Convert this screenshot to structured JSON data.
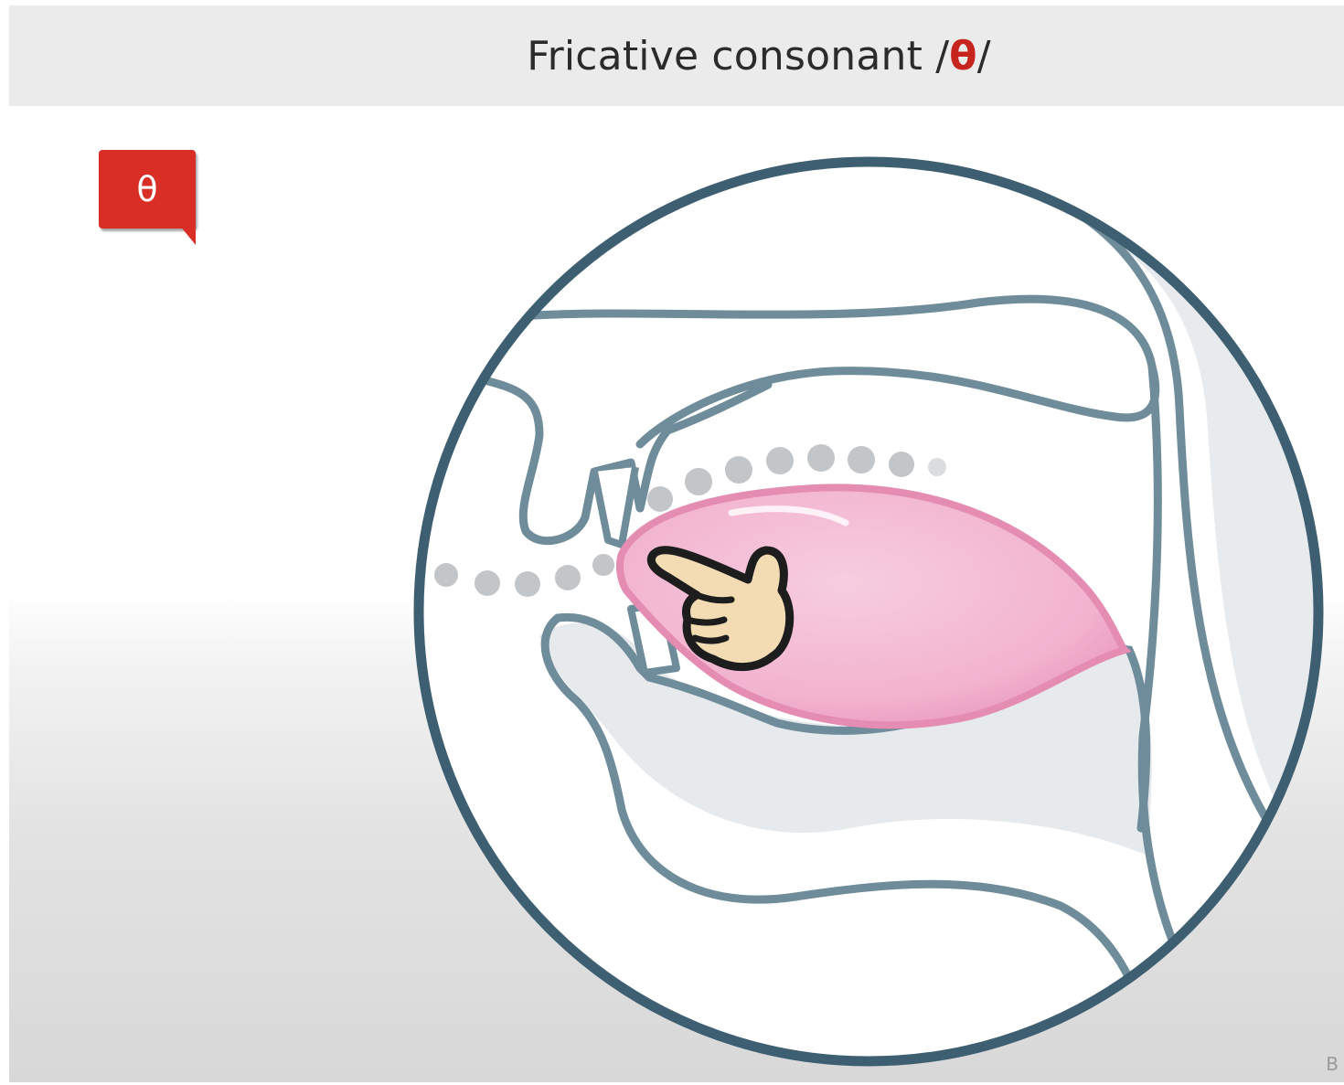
{
  "header": {
    "title_prefix": "Fricative consonant /",
    "title_symbol": "θ",
    "title_suffix": "/"
  },
  "badge": {
    "symbol": "θ"
  },
  "footer": {
    "corner_mark": "B"
  },
  "colors": {
    "accent_red": "#d92e26",
    "outline_blue": "#3e5f72",
    "tongue_pink": "#f0a8c6",
    "hand_skin": "#f3dcb4",
    "airflow_gray": "#c2c6c8"
  },
  "icons": {
    "badge_icon": "speech-bubble-icon",
    "pointer_icon": "pointing-hand-icon"
  }
}
